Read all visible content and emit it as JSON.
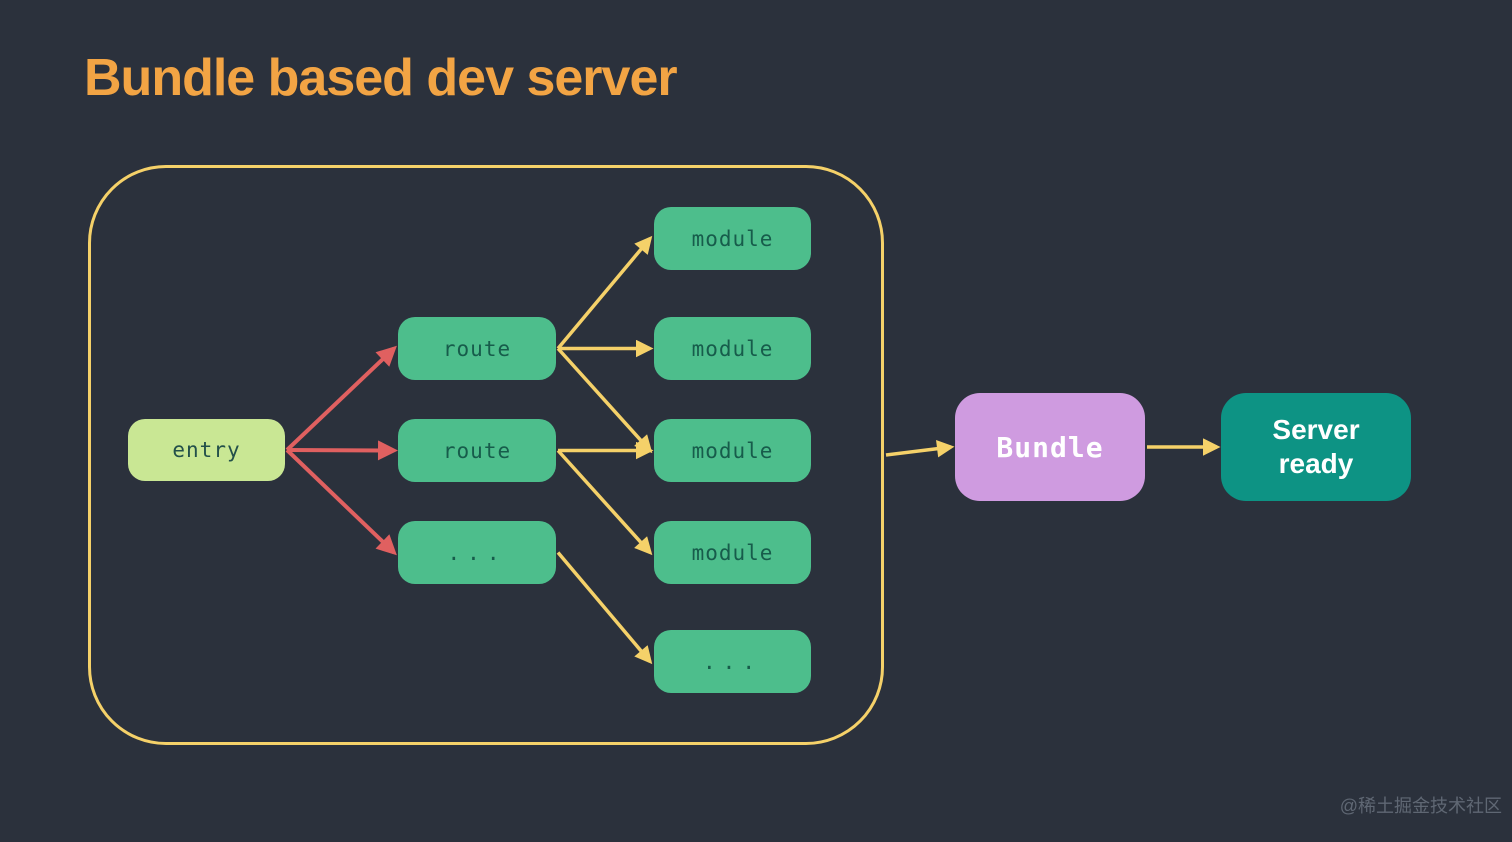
{
  "title": "Bundle based dev server",
  "watermark": "@稀土掘金技术社区",
  "colors": {
    "bg": "#2b313c",
    "title": "#f2a444",
    "yellow": "#f5d169",
    "red": "#e06060",
    "green": "#4dbe8c",
    "green-text": "#175c4b",
    "lime": "#c9e794",
    "lime-text": "#23504a",
    "purple": "#cf9be0",
    "teal": "#0d9384",
    "node-text-light": "#ffffff",
    "watermark": "#828b99"
  },
  "nodes": {
    "entry": {
      "label": "entry"
    },
    "route1": {
      "label": "route"
    },
    "route2": {
      "label": "route"
    },
    "routeDots": {
      "label": "..."
    },
    "module1": {
      "label": "module"
    },
    "module2": {
      "label": "module"
    },
    "module3": {
      "label": "module"
    },
    "module4": {
      "label": "module"
    },
    "moduleDots": {
      "label": "..."
    },
    "bundle": {
      "label": "Bundle"
    },
    "server": {
      "label": "Server ready"
    }
  },
  "edges": [
    {
      "from": "entry",
      "to": "route1",
      "color": "red"
    },
    {
      "from": "entry",
      "to": "route2",
      "color": "red"
    },
    {
      "from": "entry",
      "to": "routeDots",
      "color": "red"
    },
    {
      "from": "route1",
      "to": "module1",
      "color": "yellow"
    },
    {
      "from": "route1",
      "to": "module2",
      "color": "yellow"
    },
    {
      "from": "route1",
      "to": "module3",
      "color": "yellow"
    },
    {
      "from": "route2",
      "to": "module3",
      "color": "yellow"
    },
    {
      "from": "route2",
      "to": "module4",
      "color": "yellow"
    },
    {
      "from": "routeDots",
      "to": "moduleDots",
      "color": "yellow"
    },
    {
      "from": "boundary",
      "to": "bundle",
      "color": "yellow"
    },
    {
      "from": "bundle",
      "to": "server",
      "color": "yellow"
    }
  ]
}
